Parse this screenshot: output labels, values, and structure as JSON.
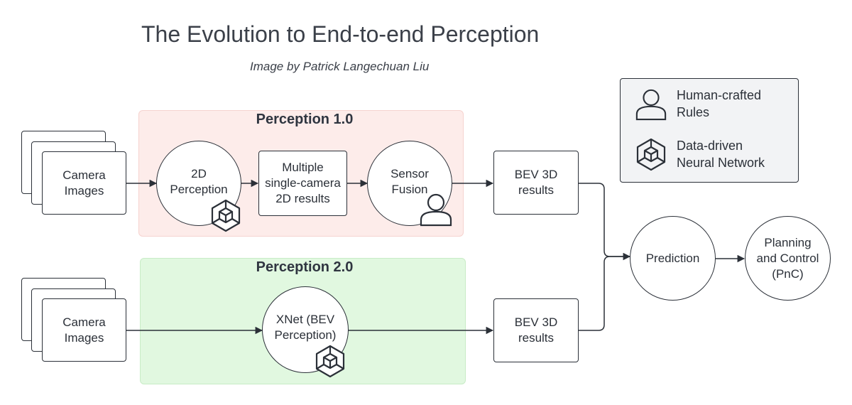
{
  "header": {
    "title": "The Evolution to End-to-end Perception",
    "subtitle": "Image by Patrick Langechuan Liu"
  },
  "perception_1": {
    "title": "Perception 1.0",
    "camera": "Camera\nImages",
    "perception_2d": "2D\nPerception",
    "multi_results": "Multiple\nsingle-camera\n2D results",
    "sensor_fusion": "Sensor\nFusion",
    "bev_results": "BEV 3D\nresults"
  },
  "perception_2": {
    "title": "Perception 2.0",
    "camera": "Camera\nImages",
    "xnet": "XNet (BEV\nPerception)",
    "bev_results": "BEV 3D\nresults"
  },
  "downstream": {
    "prediction": "Prediction",
    "planning": "Planning\nand Control\n(PnC)"
  },
  "legend": {
    "human_label": "Human-crafted\nRules",
    "human_icon": "person-icon",
    "data_label": "Data-driven\nNeural Network",
    "data_icon": "cube-icon"
  },
  "colors": {
    "perception_1_bg": "#fdecea",
    "perception_2_bg": "#e1f8e0",
    "stroke": "#2b3038",
    "legend_bg": "#f2f3f5"
  }
}
